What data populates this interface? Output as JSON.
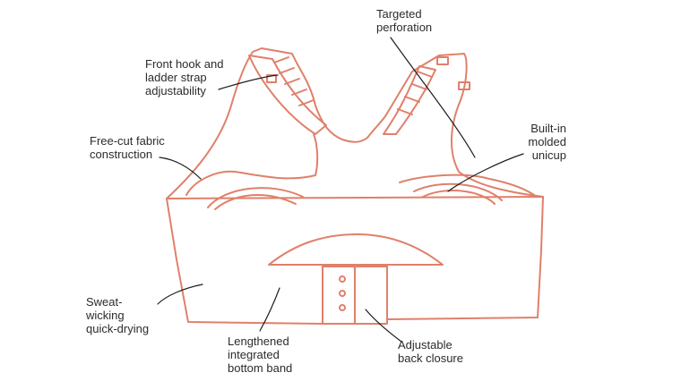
{
  "colors": {
    "accent": "#e0806a",
    "ink": "#1e1e1e",
    "background": "#ffffff"
  },
  "labels": {
    "targeted_perforation": "Targeted\nperforation",
    "front_hook": "Front hook and\nladder strap\nadjustability",
    "free_cut": "Free-cut fabric\nconstruction",
    "built_in_cup": "Built-in\nmolded\nunicup",
    "sweat_wicking": "Sweat-\nwicking\nquick-drying",
    "bottom_band": "Lengthened\nintegrated\nbottom band",
    "back_closure": "Adjustable\nback closure"
  }
}
